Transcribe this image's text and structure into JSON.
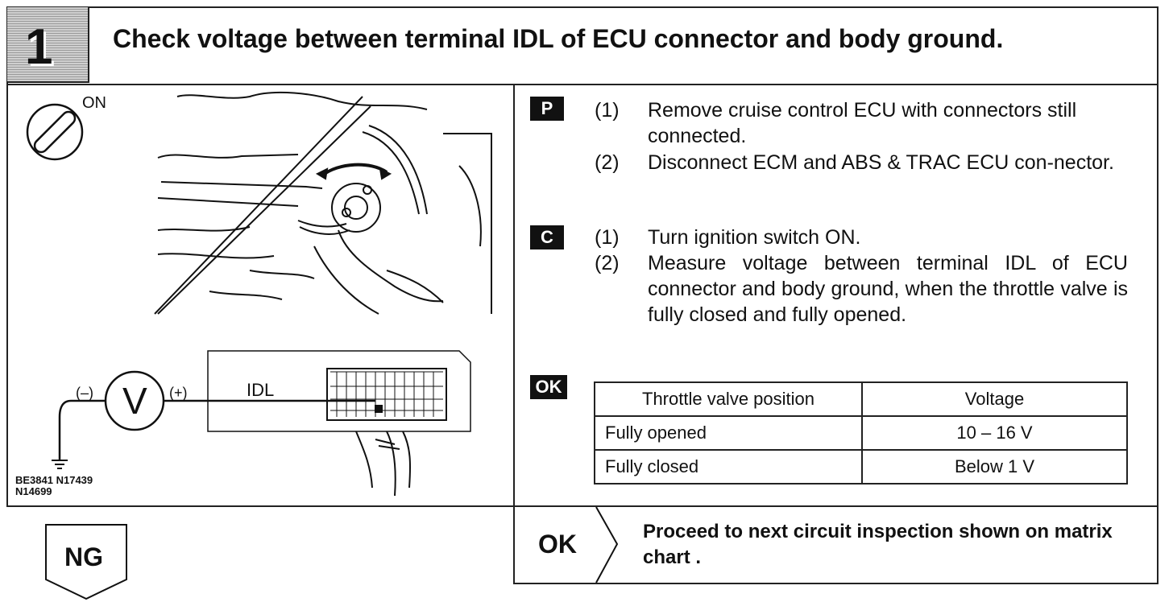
{
  "step": {
    "number": "1",
    "title": "Check voltage between terminal IDL of ECU connector and body ground."
  },
  "figure": {
    "ignition_label": "ON",
    "meter_symbol": "V",
    "negative_label": "(–)",
    "positive_label": "(+)",
    "terminal_label": "IDL",
    "codes": [
      "BE3841 N17439",
      "N14699"
    ]
  },
  "prep": {
    "tag": "P",
    "steps": [
      {
        "num": "(1)",
        "text": "Remove cruise control ECU with connectors still connected."
      },
      {
        "num": "(2)",
        "text": "Disconnect ECM and ABS & TRAC ECU con-nector."
      }
    ]
  },
  "check": {
    "tag": "C",
    "steps": [
      {
        "num": "(1)",
        "text": "Turn ignition switch ON."
      },
      {
        "num": "(2)",
        "text": "Measure voltage between terminal IDL of ECU connector and body ground, when the throttle valve is fully closed and fully opened."
      }
    ]
  },
  "ok_table": {
    "tag": "OK",
    "headers": [
      "Throttle valve position",
      "Voltage"
    ],
    "rows": [
      [
        "Fully opened",
        "10 – 16 V"
      ],
      [
        "Fully closed",
        "Below 1 V"
      ]
    ]
  },
  "result": {
    "ok_label": "OK",
    "ok_text": "Proceed to next circuit inspection shown on matrix chart .",
    "ng_label": "NG"
  }
}
